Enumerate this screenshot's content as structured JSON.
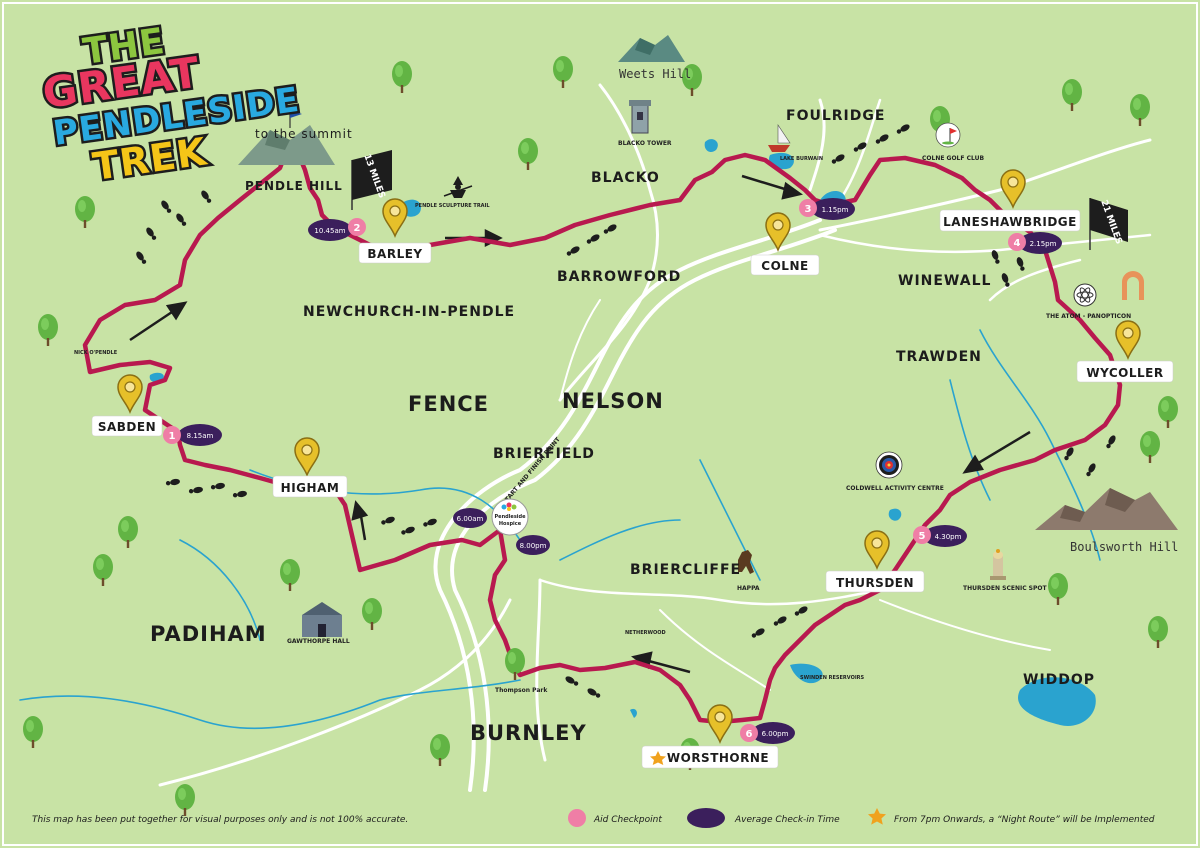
{
  "title": {
    "line1": "THE",
    "line2": "GREAT",
    "line3": "PENDLESIDE",
    "line4": "TREK"
  },
  "colors": {
    "route": "#b8194f",
    "checkpoint": "#ef7ea6",
    "time_badge": "#3b1f5c",
    "pin": "#e6c02a",
    "land": "#c8e3a5",
    "water": "#2aa3cf",
    "roads": "#ffffff"
  },
  "towns": {
    "newchurch": "NEWCHURCH-IN-PENDLE",
    "fence": "FENCE",
    "nelson": "NELSON",
    "brierfield": "BRIERFIELD",
    "padiham": "PADIHAM",
    "burnley": "BURNLEY",
    "briercliffe": "BRIERCLIFFE",
    "trawden": "TRAWDEN",
    "winewall": "WINEWALL",
    "barrowford": "BARROWFORD",
    "blacko": "BLACKO",
    "foulridge": "FOULRIDGE",
    "widdop": "WIDDOP"
  },
  "landmarks": {
    "pendle_hill": "PENDLE HILL",
    "to_summit": "to the summit",
    "weets_hill": "Weets Hill",
    "blacko_tower": "BLACKO TOWER",
    "lake_burwain": "LAKE BURWAIN",
    "colne_golf": "COLNE GOLF CLUB",
    "pendle_sculpture": "PENDLE SCULPTURE TRAIL",
    "atom": "THE ATOM - PANOPTICON",
    "coldwell": "COLDWELL ACTIVITY CENTRE",
    "boulsworth": "Boulsworth Hill",
    "thursden_scenic": "THURSDEN SCENIC SPOT",
    "happa": "HAPPA",
    "netherwood": "NETHERWOOD",
    "swinden": "SWINDEN RESERVOIRS",
    "thompson_park": "Thompson Park",
    "gawthorpe": "GAWTHORPE HALL",
    "nick_of_pendle": "NICK O'PENDLE",
    "start_finish": "START AND FINISH POINT",
    "hospice_line1": "Pendleside",
    "hospice_line2": "Hospice"
  },
  "banners": {
    "miles13": "13 MILES",
    "miles21": "21 MILES"
  },
  "stops": [
    {
      "num": "1",
      "name": "SABDEN",
      "time": "8.15am"
    },
    {
      "num": "2",
      "name": "BARLEY",
      "time": "10.45am"
    },
    {
      "num": "3",
      "name": "COLNE",
      "time": "1.15pm"
    },
    {
      "num": "4",
      "name": "LANESHAWBRIDGE",
      "time": "2.15pm"
    },
    {
      "num": "5",
      "name": "THURSDEN",
      "time": "4.30pm"
    },
    {
      "num": "6",
      "name": "WORSTHORNE",
      "time": "6.00pm"
    }
  ],
  "other_pins": {
    "higham": "HIGHAM",
    "wycoller": "WYCOLLER"
  },
  "start_times": {
    "start": "6.00am",
    "finish": "8.00pm"
  },
  "legend": {
    "disclaimer": "This map has been put together for visual purposes only and is not 100% accurate.",
    "aid": "Aid Checkpoint",
    "avg": "Average Check-in Time",
    "night": "From 7pm Onwards, a “Night Route” will be Implemented"
  }
}
